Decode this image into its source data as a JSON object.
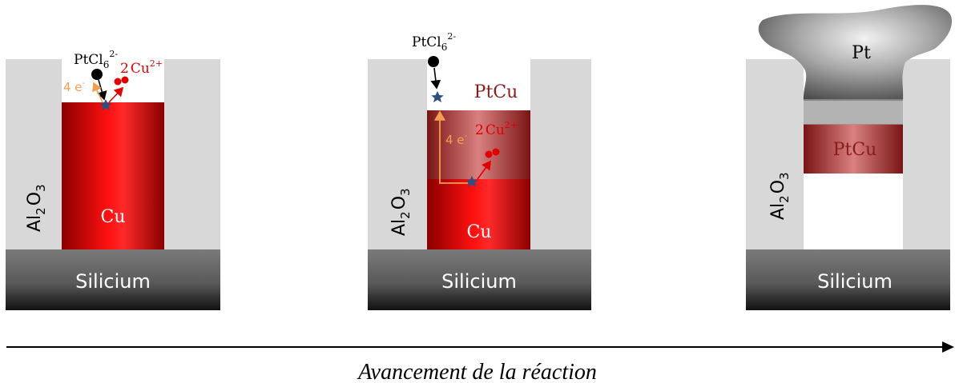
{
  "panels": {
    "p1": {
      "wall_label_main": "Al",
      "wall_label_sub1": "2",
      "wall_label_mid": "O",
      "wall_label_sub2": "3",
      "core_label": "Cu",
      "substrate_label": "Silicium",
      "ion_label_main": "PtCl",
      "ion_label_sub": "6",
      "ion_label_sup": "2-",
      "electron_label": "4 e",
      "electron_sup": "-",
      "cu_ion_count": "2",
      "cu_ion_label": "Cu",
      "cu_ion_sup": "2+"
    },
    "p2": {
      "wall_label_main": "Al",
      "wall_label_sub1": "2",
      "wall_label_mid": "O",
      "wall_label_sub2": "3",
      "core_label": "Cu",
      "alloy_label": "PtCu",
      "substrate_label": "Silicium",
      "ion_label_main": "PtCl",
      "ion_label_sub": "6",
      "ion_label_sup": "2-",
      "electron_label": "4 e",
      "electron_sup": "-",
      "cu_ion_count": "2",
      "cu_ion_label": "Cu",
      "cu_ion_sup": "2+"
    },
    "p3": {
      "wall_label_main": "Al",
      "wall_label_sub1": "2",
      "wall_label_mid": "O",
      "wall_label_sub2": "3",
      "alloy_label": "PtCu",
      "cap_label": "Pt",
      "substrate_label": "Silicium"
    }
  },
  "axis": {
    "label": "Avancement de la réaction"
  },
  "colors": {
    "copper": "#e00000",
    "alloy": "#b03a3a",
    "wall": "#d8d8d8",
    "electron": "#f0a050",
    "cu_ion": "#e00000",
    "star": "#2f4f7f",
    "alloy_text": "#8b1a1a"
  }
}
